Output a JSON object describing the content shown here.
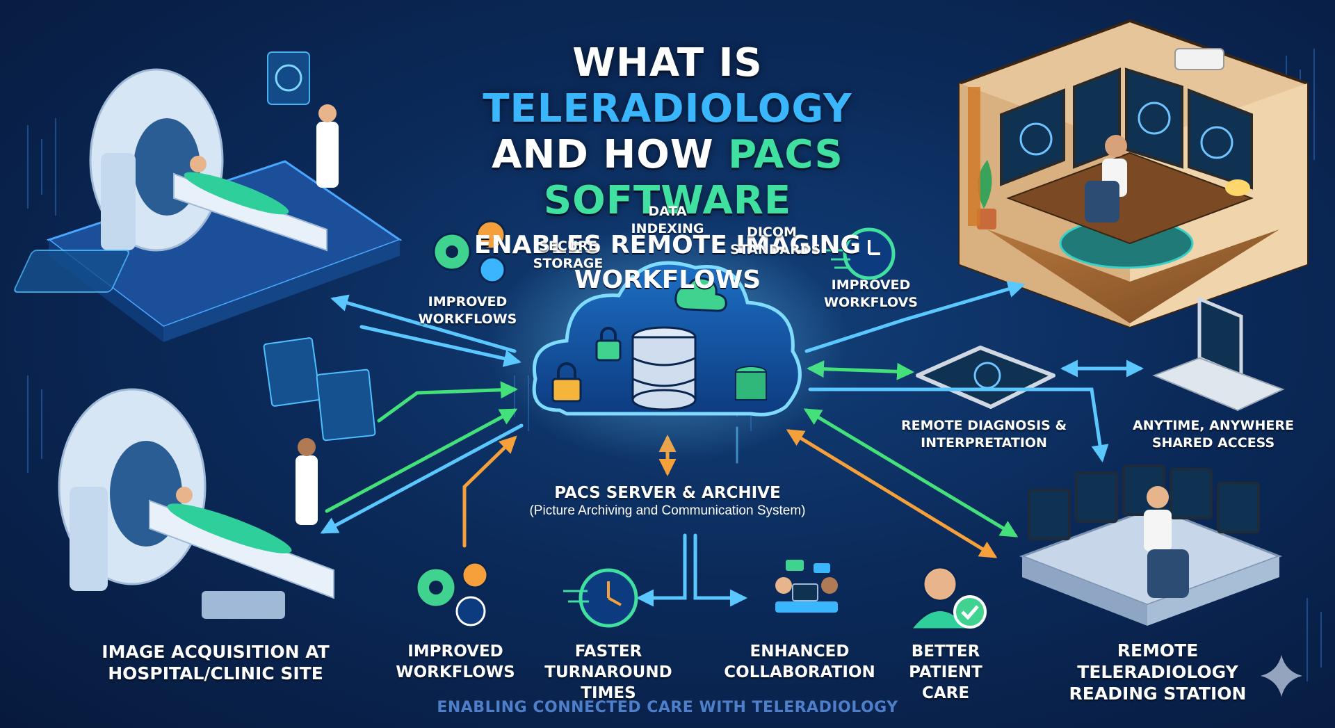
{
  "title": {
    "line1_prefix": "What is",
    "line1_highlight": "Teleradiology",
    "line2_prefix": "and How",
    "line2_highlight": "PACS Software",
    "line3": "Enables Remote Imaging Workflows"
  },
  "center": {
    "name": "PACS Server & Archive",
    "subtitle": "(Picture Archiving and Communication System)"
  },
  "features_top": {
    "secure_storage": "Secure Storage",
    "data_indexing": "Data Indexing",
    "dicom_standards": "DICOM Standards",
    "improved_workflows_left": "Improved Workflows",
    "improved_workflows_right": "Improved Workflovs"
  },
  "sites": {
    "acquisition": "Image Acquisition at Hospital/Clinic Site",
    "remote_diagnosis": "Remote Diagnosis & Interpretation",
    "shared_access": "Anytime, Anywhere Shared Access",
    "reading_station": "Remote Teleradiology Reading Station"
  },
  "benefits": [
    {
      "label": "Improved Workflows",
      "icon": "gears-clock-icon"
    },
    {
      "label": "Faster Turnaround Times",
      "icon": "stopwatch-icon"
    },
    {
      "label": "Enhanced Collaboration",
      "icon": "team-meeting-icon"
    },
    {
      "label": "Better Patient Care",
      "icon": "patient-check-icon"
    }
  ],
  "footer": "Enabling Connected Care with Teleradiology",
  "colors": {
    "background": "#0b2a5a",
    "accent_blue": "#3ab6ff",
    "accent_green": "#3fe0a0",
    "arrow_orange": "#f5a03a",
    "cloud_glow": "#6fd3ff"
  }
}
